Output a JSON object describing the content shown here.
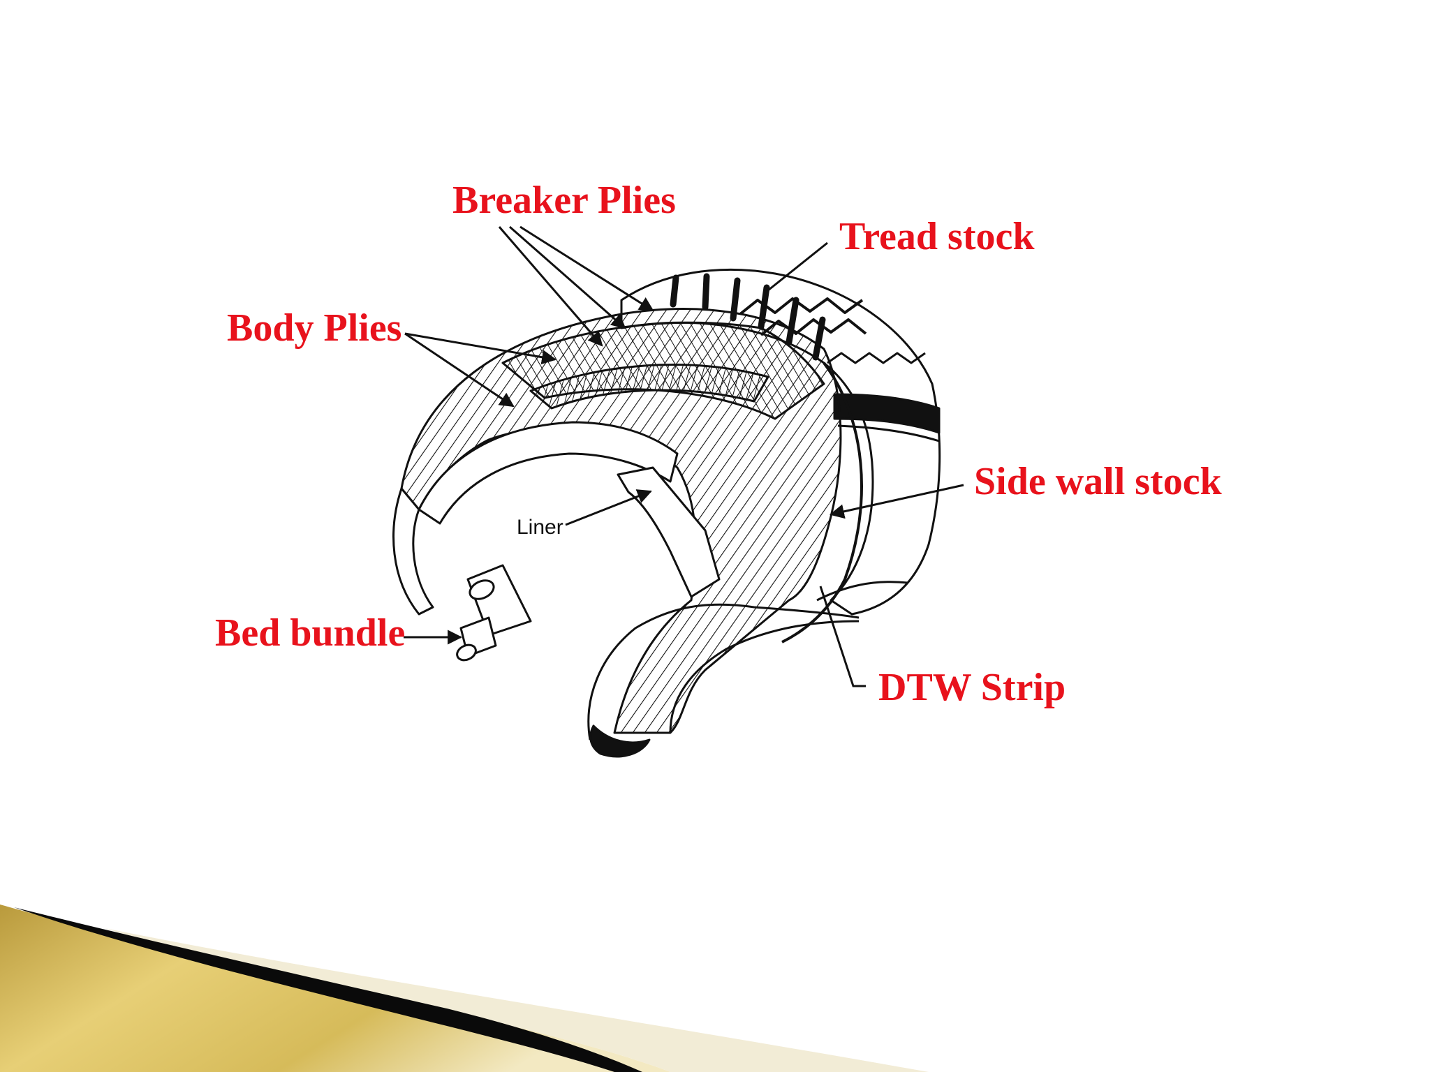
{
  "labels": {
    "breaker_plies": "Breaker Plies",
    "tread_stock": "Tread stock",
    "body_plies": "Body Plies",
    "side_wall_stock": "Side wall stock",
    "liner": "Liner",
    "bed_bundle": "Bed bundle",
    "dtw_strip": "DTW Strip"
  },
  "colors": {
    "label": "#e8121c",
    "line": "#111111",
    "accent_gold": "#d9bf5c",
    "accent_dark": "#0a0a0a"
  }
}
